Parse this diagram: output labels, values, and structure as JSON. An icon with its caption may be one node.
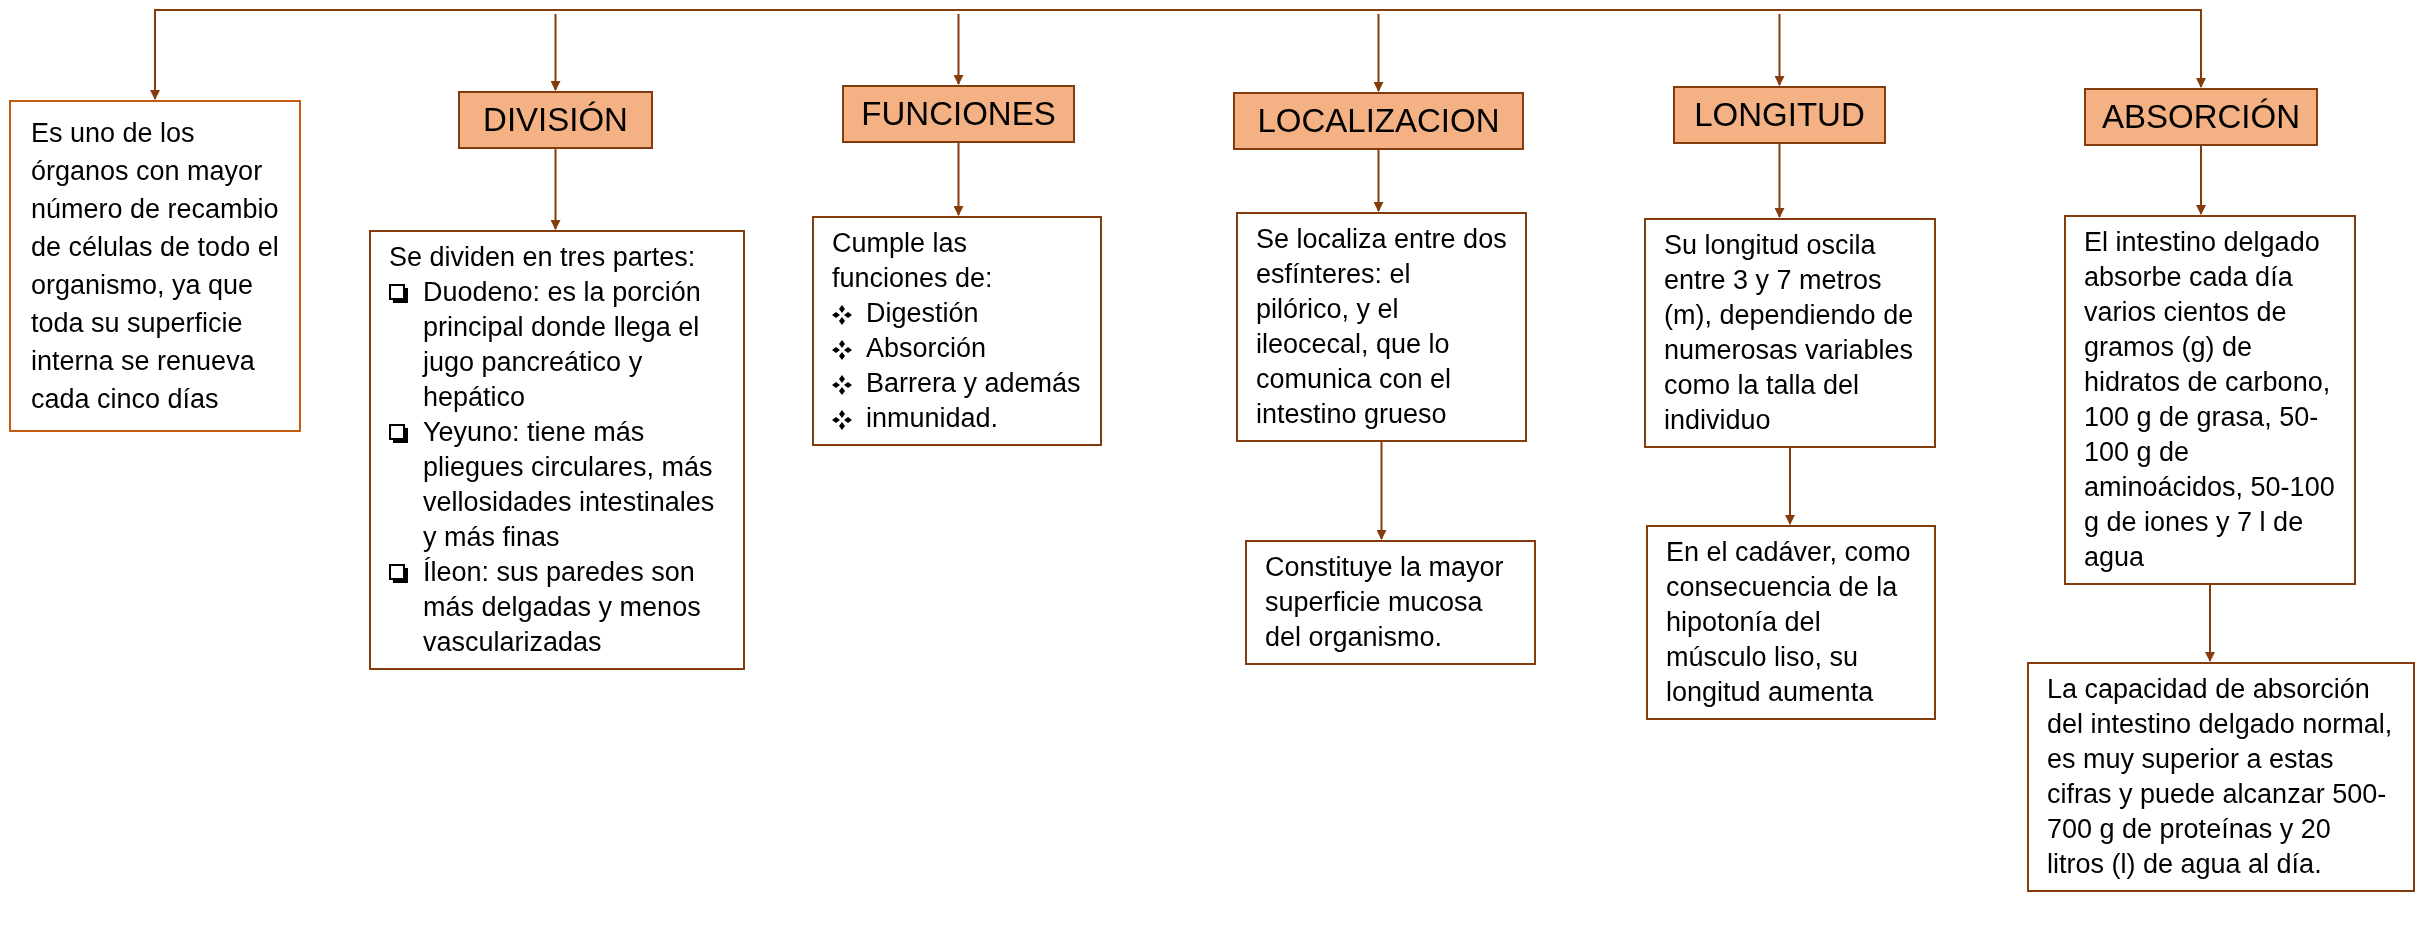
{
  "diagram": {
    "nodes": [
      {
        "text": [
          "Es uno de los órganos con mayor número de recambio de células de todo el organismo, ya que toda su superficie interna se renueva cada cinco días"
        ]
      },
      {
        "text": [
          "DIVISIÓN"
        ]
      },
      {
        "text": [
          "Se dividen en tres partes:",
          "Duodeno: es la porción principal donde llega el jugo pancreático y hepático",
          "Yeyuno: tiene más pliegues circulares, más vellosidades intestinales y más finas",
          "Íleon: sus paredes son más delgadas y menos vascularizadas"
        ]
      },
      {
        "text": [
          "FUNCIONES"
        ]
      },
      {
        "text": [
          "Cumple las funciones de:",
          "Digestión",
          "Absorción",
          "Barrera y además",
          "inmunidad."
        ]
      },
      {
        "text": [
          "LOCALIZACION"
        ]
      },
      {
        "text": [
          "Se localiza entre dos esfínteres: el pilórico, y el ileocecal, que lo comunica con el intestino grueso"
        ]
      },
      {
        "text": [
          "Constituye la mayor superficie mucosa del organismo."
        ]
      },
      {
        "text": [
          "LONGITUD"
        ]
      },
      {
        "text": [
          "Su longitud oscila entre 3 y 7 metros (m), dependiendo de numerosas variables como la talla del individuo"
        ]
      },
      {
        "text": [
          "En el cadáver, como consecuencia de la hipotonía del músculo liso, su longitud aumenta"
        ]
      },
      {
        "text": [
          "ABSORCIÓN"
        ]
      },
      {
        "text": [
          "El intestino delgado absorbe cada día varios cientos de gramos (g) de hidratos de carbono, 100 g de grasa, 50-100 g de aminoácidos, 50-100 g de iones y 7 l de agua"
        ]
      },
      {
        "text": [
          "La capacidad de absorción del intestino delgado normal, es muy superior a estas cifras y puede alcanzar 500-700 g de proteínas y 20 litros (l) de agua al día."
        ]
      }
    ],
    "edges": [
      {
        "from": null,
        "to": 0,
        "arrow": "to"
      },
      {
        "from": null,
        "to": 1,
        "arrow": "to"
      },
      {
        "from": null,
        "to": 3,
        "arrow": "to"
      },
      {
        "from": null,
        "to": 5,
        "arrow": "to"
      },
      {
        "from": null,
        "to": 8,
        "arrow": "to"
      },
      {
        "from": null,
        "to": 11,
        "arrow": "to"
      },
      {
        "from": 1,
        "to": 2,
        "arrow": "to"
      },
      {
        "from": 3,
        "to": 4,
        "arrow": "to"
      },
      {
        "from": 5,
        "to": 6,
        "arrow": "to"
      },
      {
        "from": 6,
        "to": 7,
        "arrow": "to"
      },
      {
        "from": 8,
        "to": 9,
        "arrow": "to"
      },
      {
        "from": 9,
        "to": 10,
        "arrow": "to"
      },
      {
        "from": 11,
        "to": 12,
        "arrow": "to"
      },
      {
        "from": 12,
        "to": 13,
        "arrow": "to"
      }
    ]
  }
}
